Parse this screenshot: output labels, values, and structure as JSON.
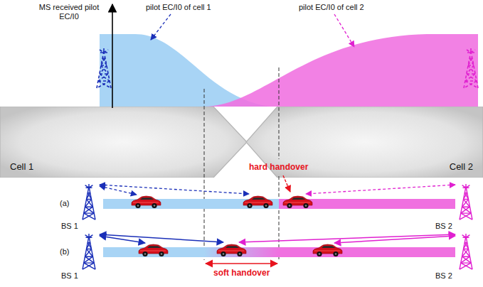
{
  "diagram": {
    "nodes": [
      {
        "text": [
          "Cell 1"
        ]
      },
      {
        "text": [
          "Cell 2"
        ]
      }
    ],
    "labels": [
      "MS received pilot EC/I0",
      "pilot EC/I0 of cell 1",
      "pilot EC/I0 of cell 2",
      "hard handover",
      "(a)",
      "BS 1",
      "BS 2",
      "(b)",
      "BS 1",
      "BS 2",
      "soft handover"
    ]
  }
}
